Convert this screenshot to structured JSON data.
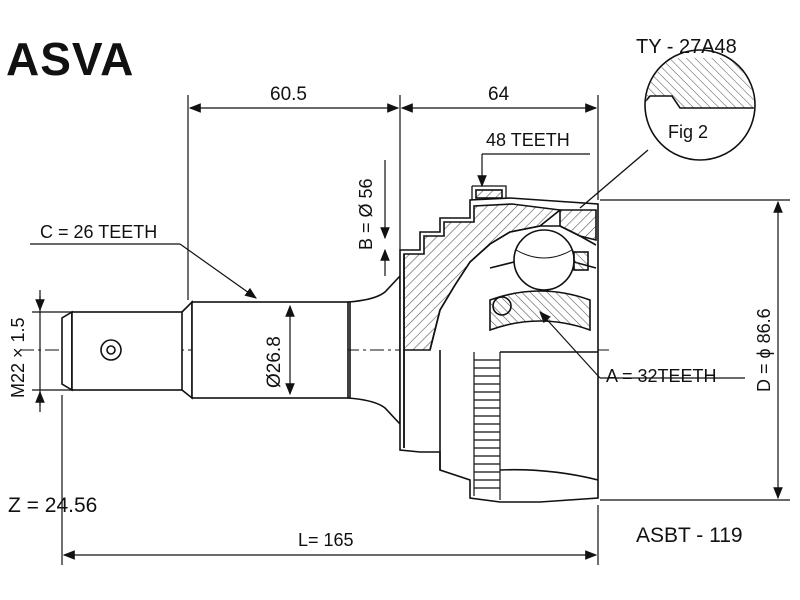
{
  "header": {
    "brand": "ASVA",
    "part_number": "TY - 27A48"
  },
  "detail": {
    "fig_label": "Fig 2"
  },
  "dimensions": {
    "length_a": "60.5",
    "length_b": "64",
    "outer_teeth": "48 TEETH",
    "spline_c": "C = 26 TEETH",
    "bore_b": "B = Ø 56",
    "thread": "M22 × 1.5",
    "shaft_diameter": "Ø26.8",
    "spline_a": "A = 32TEETH",
    "diameter_d": "D = ϕ 86.6",
    "total_length": "L= 165"
  },
  "footer": {
    "z_value": "Z = 24.56",
    "ref_code": "ASBT - 119"
  },
  "colors": {
    "line": "#111111",
    "hatch": "#555555",
    "background": "#ffffff"
  }
}
